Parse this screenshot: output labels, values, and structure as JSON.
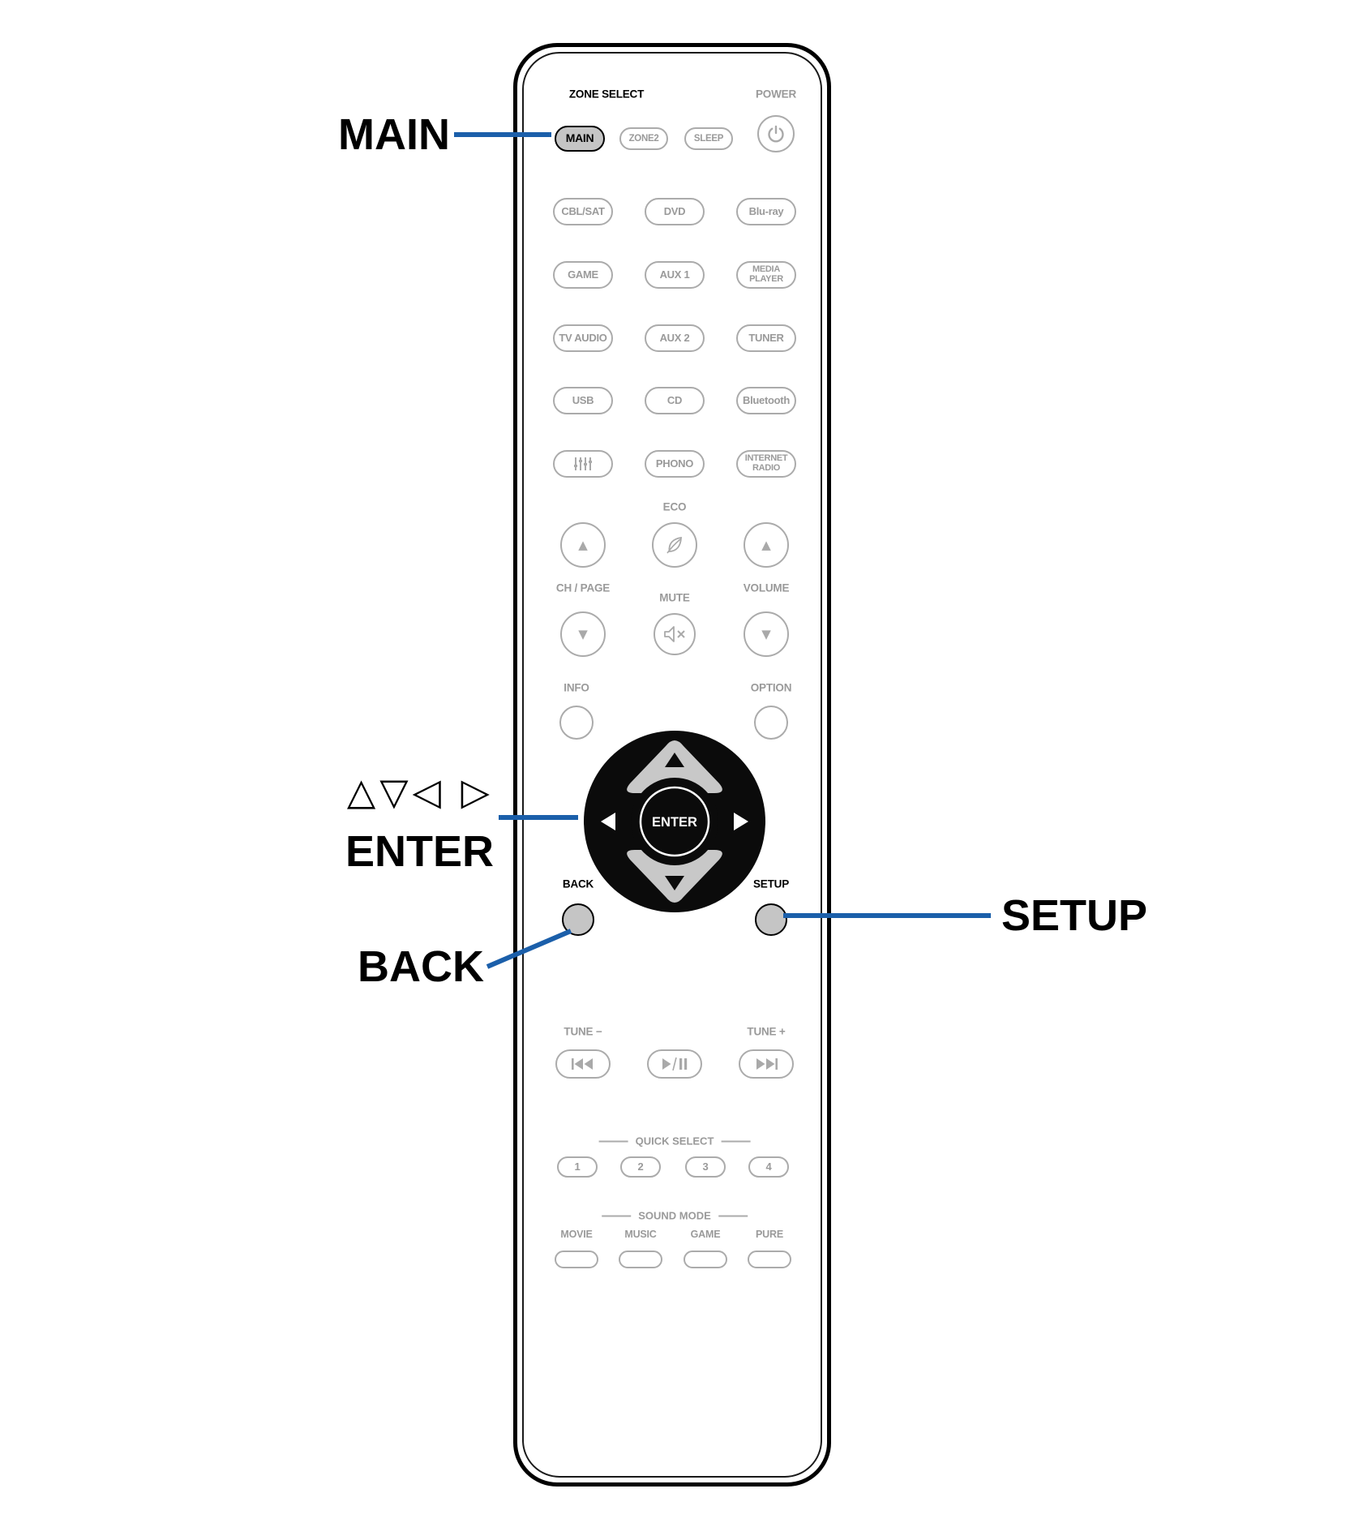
{
  "colors": {
    "callout_line": "#1b5faa",
    "button_gray": "#c5c5c5",
    "label_gray": "#9a9a9a"
  },
  "callouts": {
    "main": "MAIN",
    "cursor_arrows": "△▽◁ ▷",
    "enter": "ENTER",
    "back": "BACK",
    "setup": "SETUP"
  },
  "remote": {
    "zone_select_label": "ZONE SELECT",
    "power_label": "POWER",
    "main_button": "MAIN",
    "zone2_button": "ZONE2",
    "sleep_button": "SLEEP",
    "source_rows": [
      [
        "CBL/SAT",
        "DVD",
        "Blu-ray"
      ],
      [
        "GAME",
        "AUX 1",
        "MEDIA\nPLAYER"
      ],
      [
        "TV AUDIO",
        "AUX 2",
        "TUNER"
      ],
      [
        "USB",
        "CD",
        "Bluetooth"
      ],
      [
        "",
        "PHONO",
        "INTERNET\nRADIO"
      ]
    ],
    "eco_label": "ECO",
    "ch_page_label": "CH / PAGE",
    "mute_label": "MUTE",
    "volume_label": "VOLUME",
    "info_label": "INFO",
    "option_label": "OPTION",
    "enter_button": "ENTER",
    "back_label": "BACK",
    "setup_label": "SETUP",
    "tune_minus_label": "TUNE −",
    "tune_plus_label": "TUNE +",
    "quick_select_label": "QUICK SELECT",
    "quick_select_buttons": [
      "1",
      "2",
      "3",
      "4"
    ],
    "sound_mode_label": "SOUND MODE",
    "sound_mode_buttons": [
      "MOVIE",
      "MUSIC",
      "GAME",
      "PURE"
    ]
  }
}
